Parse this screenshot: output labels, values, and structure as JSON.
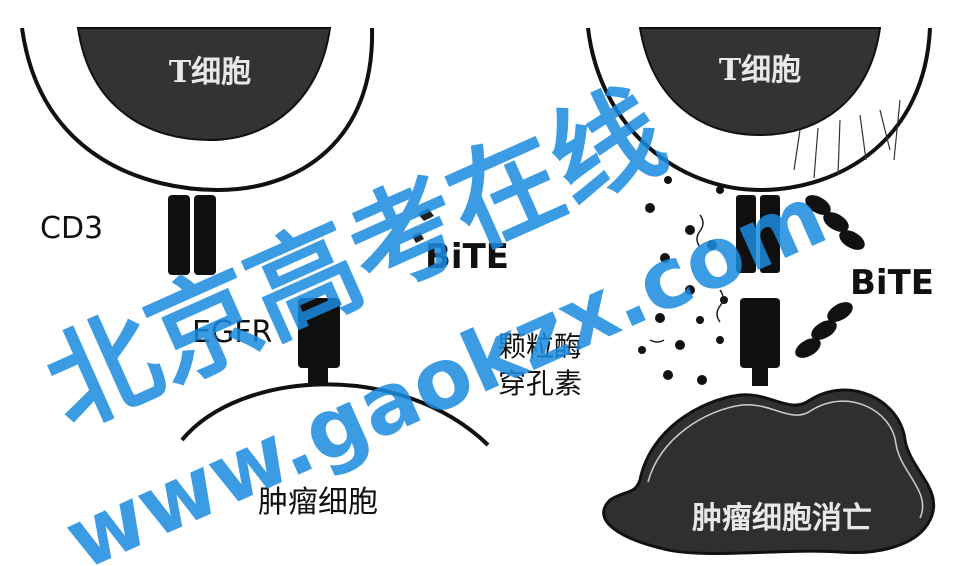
{
  "left_panel": {
    "t_cell_label": "T细胞",
    "cd3_label": "CD3",
    "egfr_label": "EGFR",
    "bite_label": "BiTE",
    "tumor_cell_label": "肿瘤细胞"
  },
  "right_panel": {
    "t_cell_label": "T细胞",
    "bite_label": "BiTE",
    "granzyme_label": "颗粒酶",
    "perforin_label": "穿孔素",
    "tumor_death_label": "肿瘤细胞消亡"
  },
  "watermark": {
    "cn_text": "北京高考在线",
    "url_text": "www.gaokzx.com",
    "color": "#1a8be0"
  }
}
